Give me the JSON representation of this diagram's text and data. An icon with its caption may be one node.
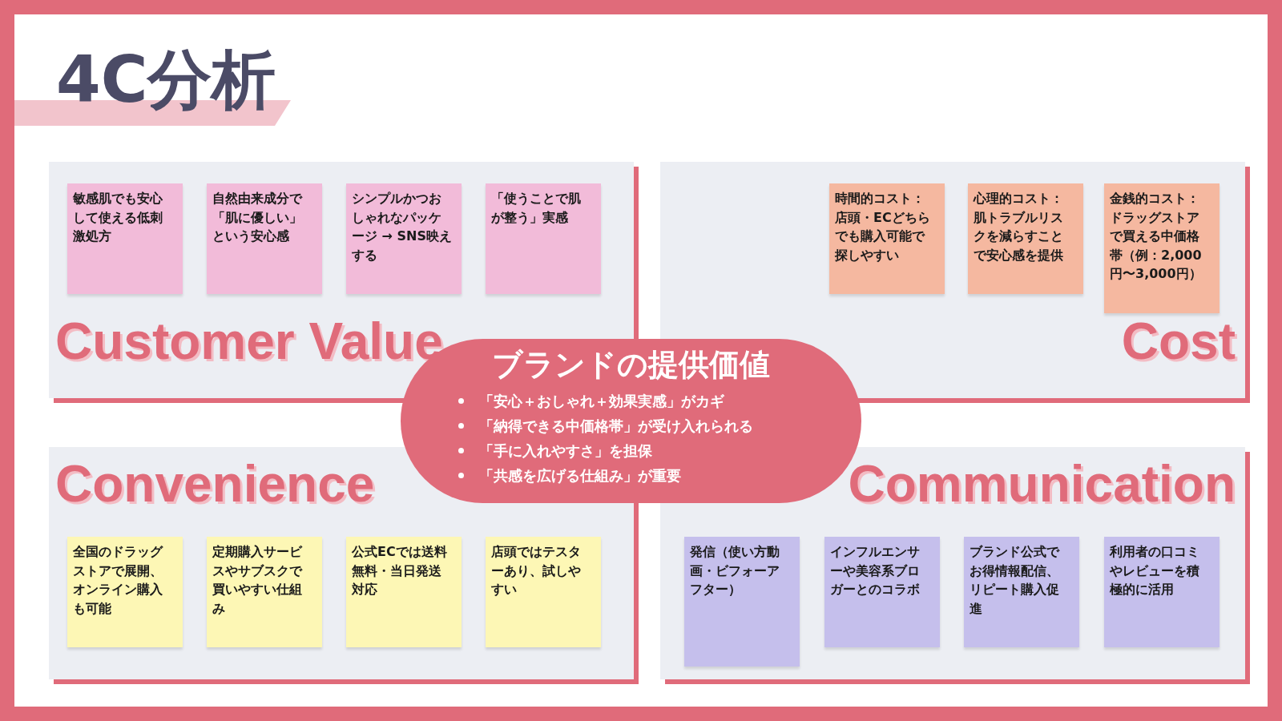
{
  "diagram": {
    "title": "4C分析",
    "nodes": [
      {
        "text": [
          "Customer Value"
        ]
      },
      {
        "text": [
          "敏感肌でも安心して使える低刺激処方"
        ],
        "in": 0
      },
      {
        "text": [
          "自然由来成分で「肌に優しい」という安心感"
        ],
        "in": 0
      },
      {
        "text": [
          "シンプルかつおしゃれなパッケージ → SNS映えする"
        ],
        "in": 0
      },
      {
        "text": [
          "「使うことで肌が整う」実感"
        ],
        "in": 0
      },
      {
        "text": [
          "Cost"
        ]
      },
      {
        "text": [
          "時間的コスト：店頭・ECどちらでも購入可能で探しやすい"
        ],
        "in": 5
      },
      {
        "text": [
          "心理的コスト：肌トラブルリスクを減らすことで安心感を提供"
        ],
        "in": 5
      },
      {
        "text": [
          "金銭的コスト：ドラッグストアで買える中価格帯（例：2,000円〜3,000円）"
        ],
        "in": 5
      },
      {
        "text": [
          "Convenience"
        ]
      },
      {
        "text": [
          "全国のドラッグストアで展開、オンライン購入も可能"
        ],
        "in": 9
      },
      {
        "text": [
          "定期購入サービスやサブスクで買いやすい仕組み"
        ],
        "in": 9
      },
      {
        "text": [
          "公式ECでは送料無料・当日発送対応"
        ],
        "in": 9
      },
      {
        "text": [
          "店頭ではテスターあり、試しやすい"
        ],
        "in": 9
      },
      {
        "text": [
          "Communication"
        ]
      },
      {
        "text": [
          "発信（使い方動画・ビフォーアフター）"
        ],
        "in": 14
      },
      {
        "text": [
          "インフルエンサーや美容系ブロガーとのコラボ"
        ],
        "in": 14
      },
      {
        "text": [
          "ブランド公式でお得情報配信、リピート購入促進"
        ],
        "in": 14
      },
      {
        "text": [
          "利用者の口コミやレビューを積極的に活用"
        ],
        "in": 14
      },
      {
        "text": [],
        "shape": "bar"
      },
      {
        "text": [
          "ブランドの提供価値",
          "「安心＋おしゃれ＋効果実感」がカギ",
          "「納得できる中価格帯」が受け入れられる",
          "「手に入れやすさ」を担保",
          "「共感を広げる仕組み」が重要"
        ]
      }
    ],
    "edges": []
  }
}
